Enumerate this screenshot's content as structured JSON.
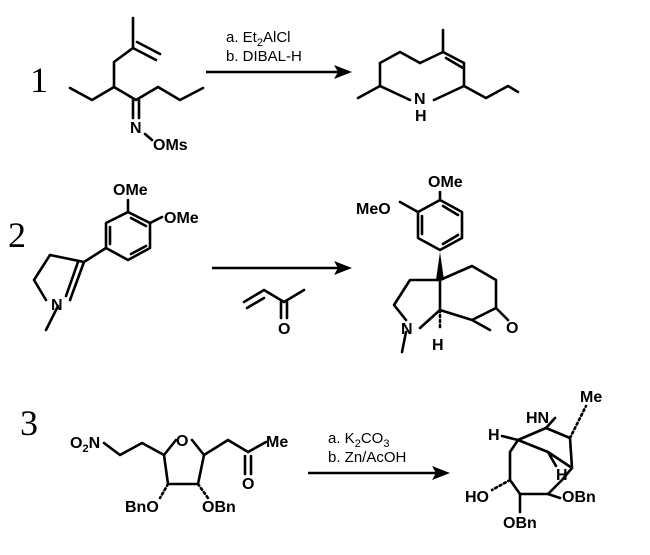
{
  "reactions": [
    {
      "number": "1",
      "reactant_labels": {
        "n": "N",
        "oms": "OMs"
      },
      "conditions": {
        "a_prefix": "a. Et",
        "a_sub": "2",
        "a_rest": "AlCl",
        "b": "b. DIBAL-H"
      },
      "product_labels": {
        "n": "N",
        "h": "H"
      }
    },
    {
      "number": "2",
      "reactant_labels": {
        "ome1": "OMe",
        "ome2": "OMe",
        "n": "N"
      },
      "reagent_labels": {
        "o": "O"
      },
      "product_labels": {
        "ome": "OMe",
        "meo": "MeO",
        "n": "N",
        "h": "H",
        "o": "O"
      }
    },
    {
      "number": "3",
      "reactant_labels": {
        "o2n_o": "O",
        "o2n_2": "2",
        "o2n_n": "N",
        "ring_o": "O",
        "me": "Me",
        "keto_o": "O",
        "obn_left": "BnO",
        "obn_right": "OBn"
      },
      "conditions": {
        "a_prefix": "a. K",
        "a_sub": "2",
        "a_mid": "CO",
        "a_sub2": "3",
        "b": "b. Zn/AcOH"
      },
      "product_labels": {
        "hn": "HN",
        "me": "Me",
        "h_left": "H",
        "h_right": "H",
        "ho": "HO",
        "obn_right": "OBn",
        "obn_bottom": "OBn"
      }
    }
  ]
}
